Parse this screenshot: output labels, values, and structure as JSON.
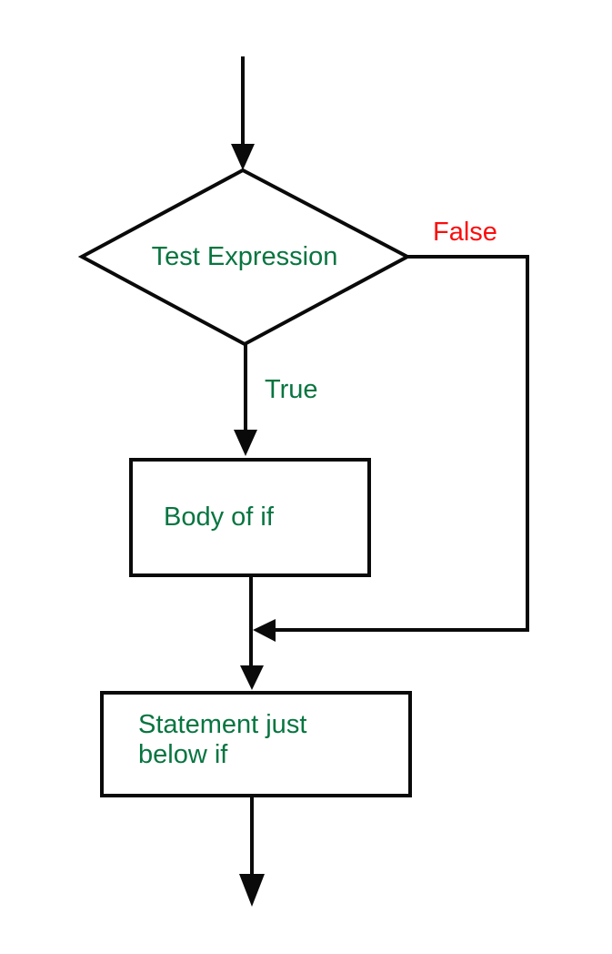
{
  "diagram": {
    "type": "flowchart",
    "topic": "if statement control flow",
    "nodes": {
      "decision": {
        "shape": "diamond",
        "label": "Test Expression"
      },
      "body": {
        "shape": "rect",
        "label": "Body of if"
      },
      "statement": {
        "shape": "rect",
        "label_line1": "Statement just",
        "label_line2": "below if"
      }
    },
    "edges": {
      "true_label": "True",
      "false_label": "False"
    },
    "colors": {
      "text_green": "#077540",
      "false_red": "#fb0d0c",
      "line_black": "#0a0a0a"
    }
  }
}
